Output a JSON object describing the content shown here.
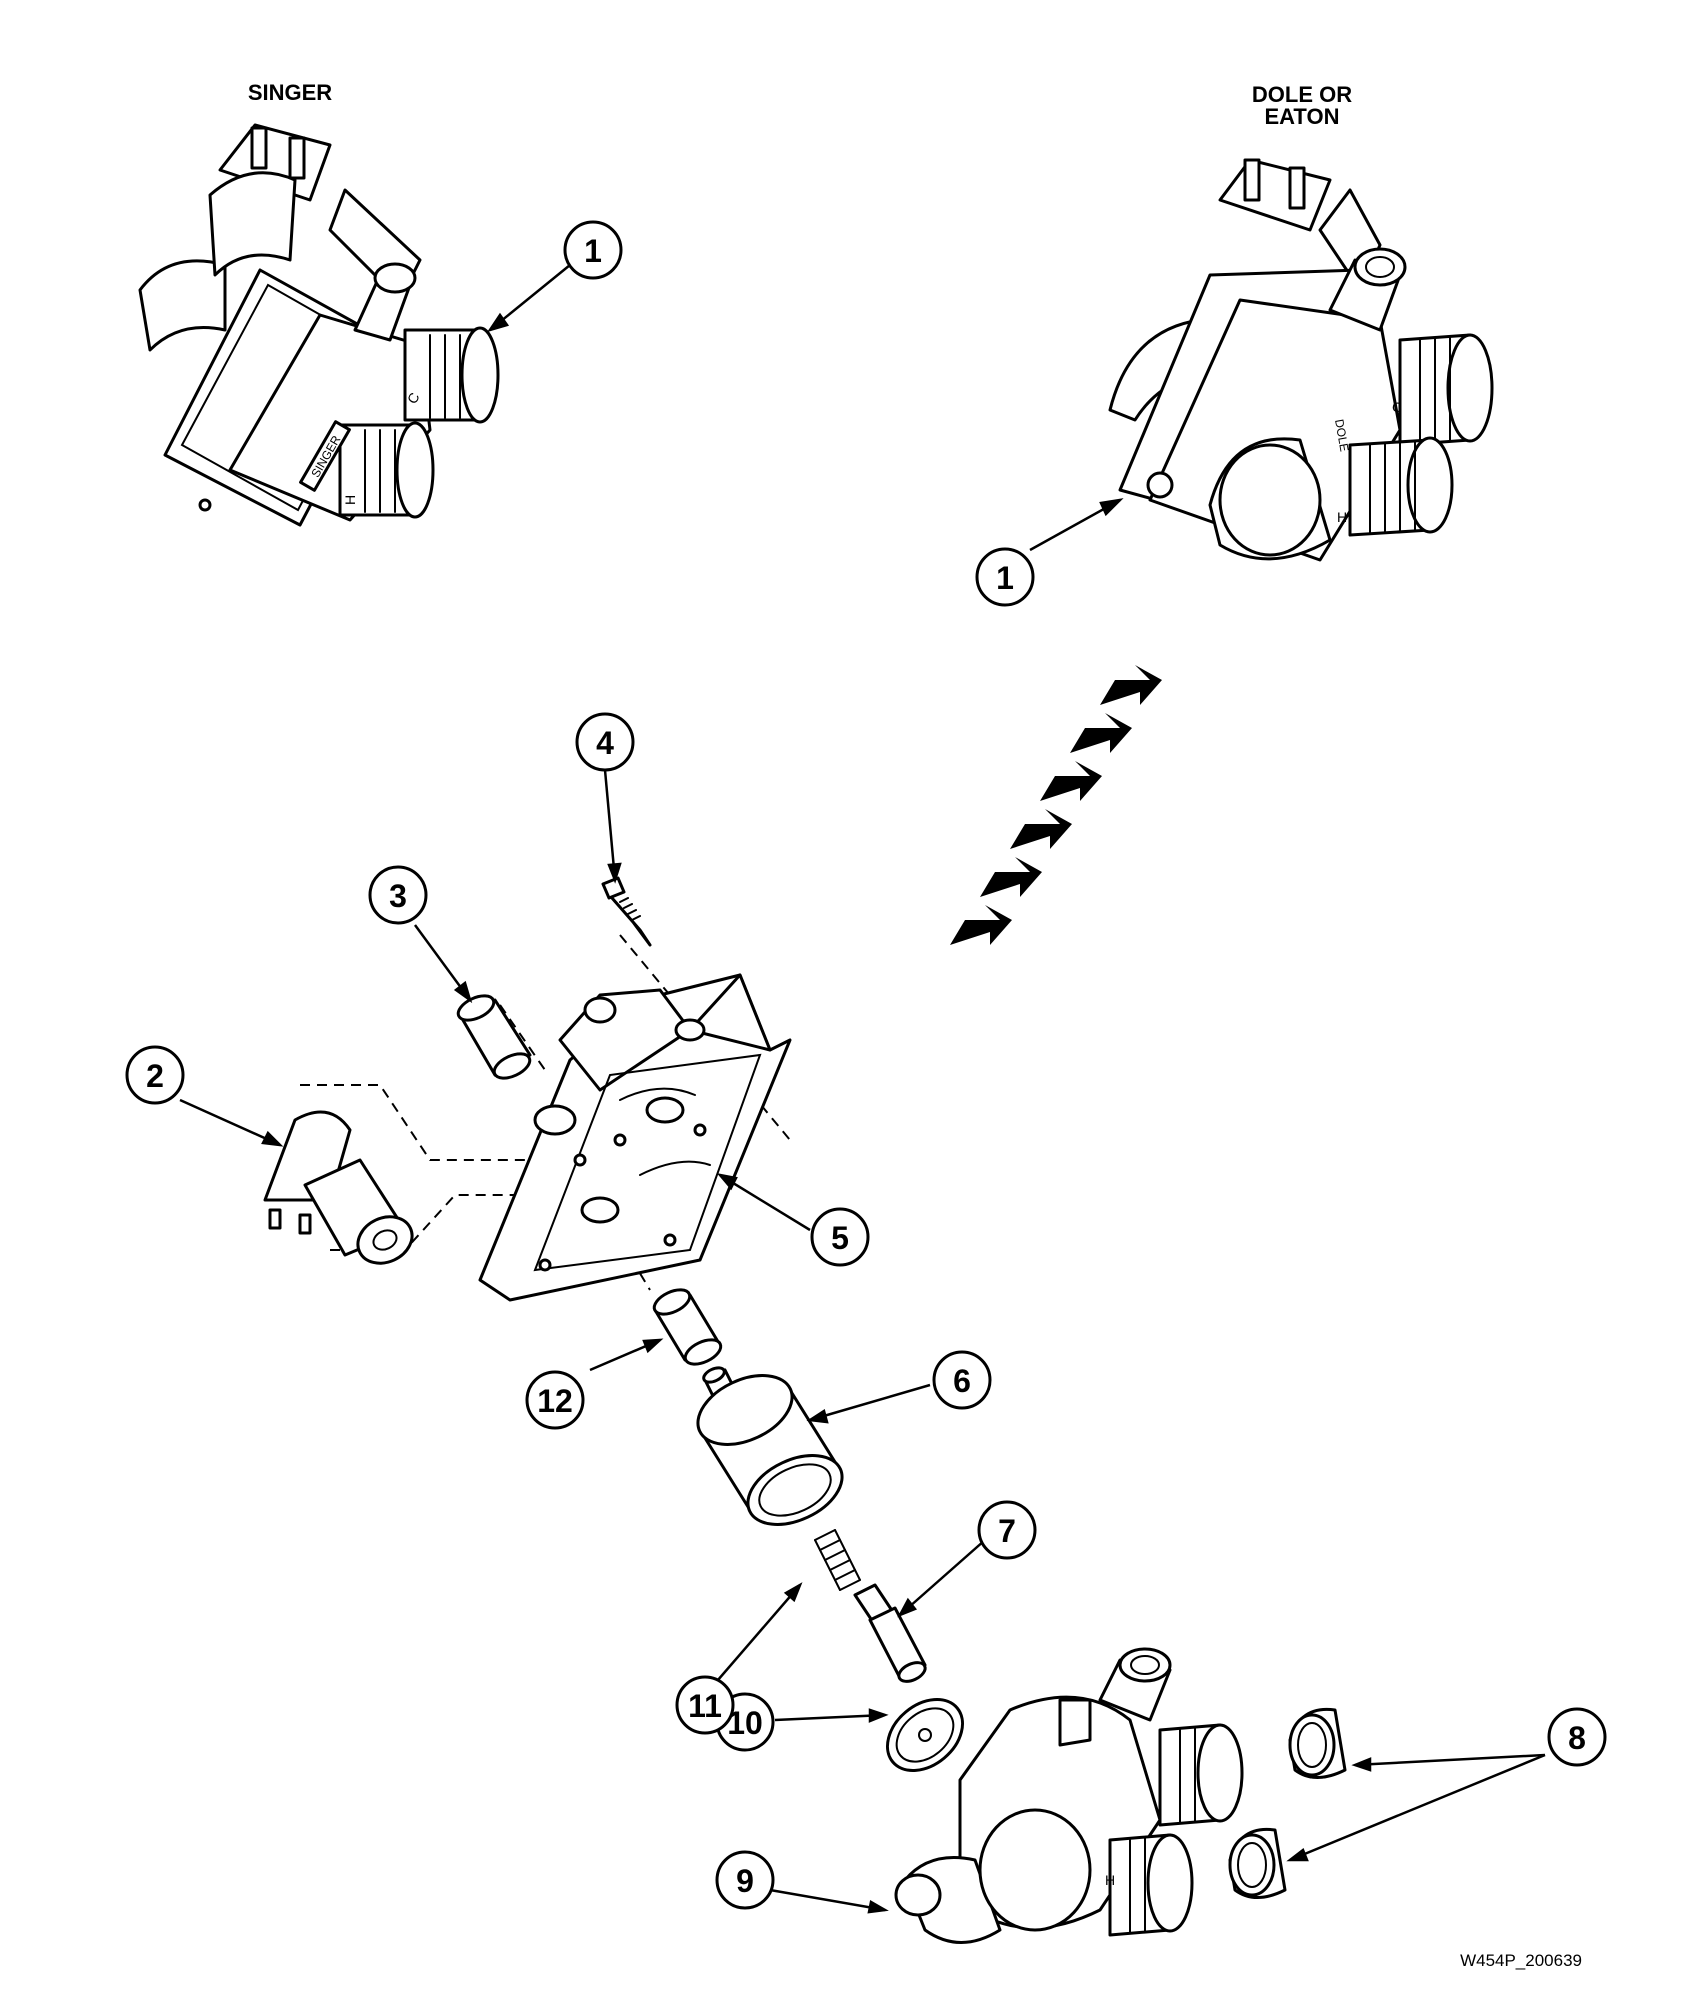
{
  "header": {
    "singer_label": "SINGER",
    "dole_label_line1": "DOLE OR",
    "dole_label_line2": "EATON"
  },
  "callouts": [
    {
      "id": "1a",
      "label": "1"
    },
    {
      "id": "1b",
      "label": "1"
    },
    {
      "id": "2",
      "label": "2"
    },
    {
      "id": "3",
      "label": "3"
    },
    {
      "id": "4",
      "label": "4"
    },
    {
      "id": "5",
      "label": "5"
    },
    {
      "id": "6",
      "label": "6"
    },
    {
      "id": "7",
      "label": "7"
    },
    {
      "id": "8",
      "label": "8"
    },
    {
      "id": "9",
      "label": "9"
    },
    {
      "id": "10",
      "label": "10"
    },
    {
      "id": "11",
      "label": "11"
    },
    {
      "id": "12",
      "label": "12"
    }
  ],
  "body_markings": {
    "singer_plate": "SINGER",
    "cold": "C",
    "hot": "H",
    "dole": "DOLE"
  },
  "footer": {
    "drawing_id": "W454P_200639"
  },
  "icons": [
    "explode-arrow-icon"
  ]
}
